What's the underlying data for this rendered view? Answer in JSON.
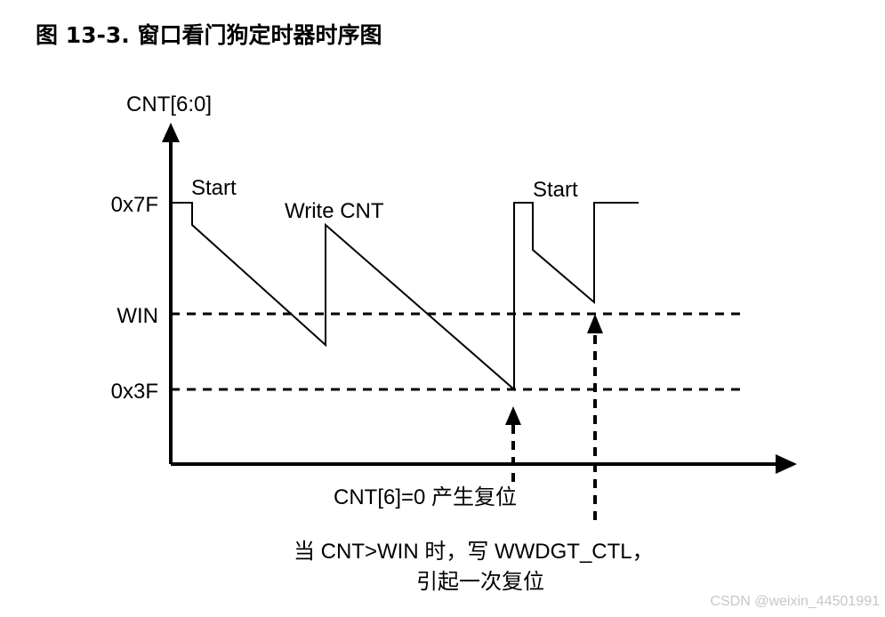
{
  "title": "图 13-3. 窗口看门狗定时器时序图",
  "axis": {
    "y_label": "CNT[6:0]"
  },
  "levels": {
    "top": "0x7F",
    "window": "WIN",
    "bottom": "0x3F"
  },
  "annotations": {
    "start_1": "Start",
    "write_cnt": "Write CNT",
    "start_2": "Start",
    "reset_low": "CNT[6]=0  产生复位",
    "reset_window_line1": "当 CNT>WIN 时，写 WWDGT_CTL，",
    "reset_window_line2": "引起一次复位"
  },
  "watermark": "CSDN @weixin_44501991"
}
